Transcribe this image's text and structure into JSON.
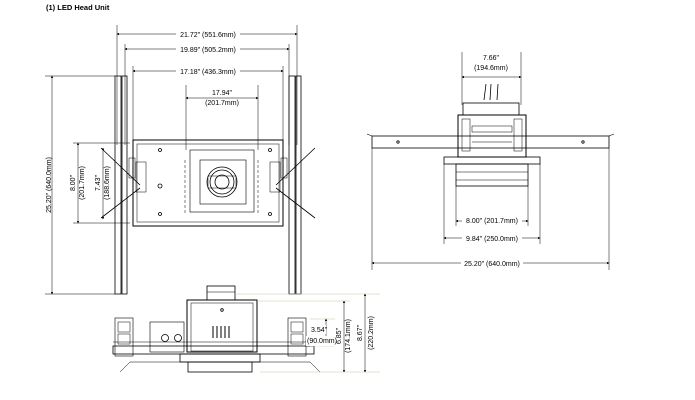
{
  "title": "(1) LED Head Unit",
  "dims": {
    "overall_width": "21.72\" (551.6mm)",
    "outer_bar_width": "19.89\" (505.2mm)",
    "inner_bar_width": "17.18\" (436.3mm)",
    "housing_width": "17.94\"",
    "housing_width_mm": "(201.7mm)",
    "overall_length": "25.20\" (640.0mm)",
    "pan_height_in": "8.00\"",
    "pan_height_mm": "(201.7mm)",
    "inner_height_in": "7.43\"",
    "inner_height_mm": "(188.6mm)",
    "side_top_width_in": "7.66\"",
    "side_top_width_mm": "(194.6mm)",
    "side_housing_width": "8.00\" (201.7mm)",
    "side_pan_width": "9.84\" (250.0mm)",
    "side_overall_length": "25.20\" (640.0mm)",
    "front_h1_in": "3.54\"",
    "front_h1_mm": "(90.0mm)",
    "front_h2_in": "6.85\"",
    "front_h2_mm": "(174.1mm)",
    "front_h3_in": "8.67\"",
    "front_h3_mm": "(220.2mm)"
  }
}
